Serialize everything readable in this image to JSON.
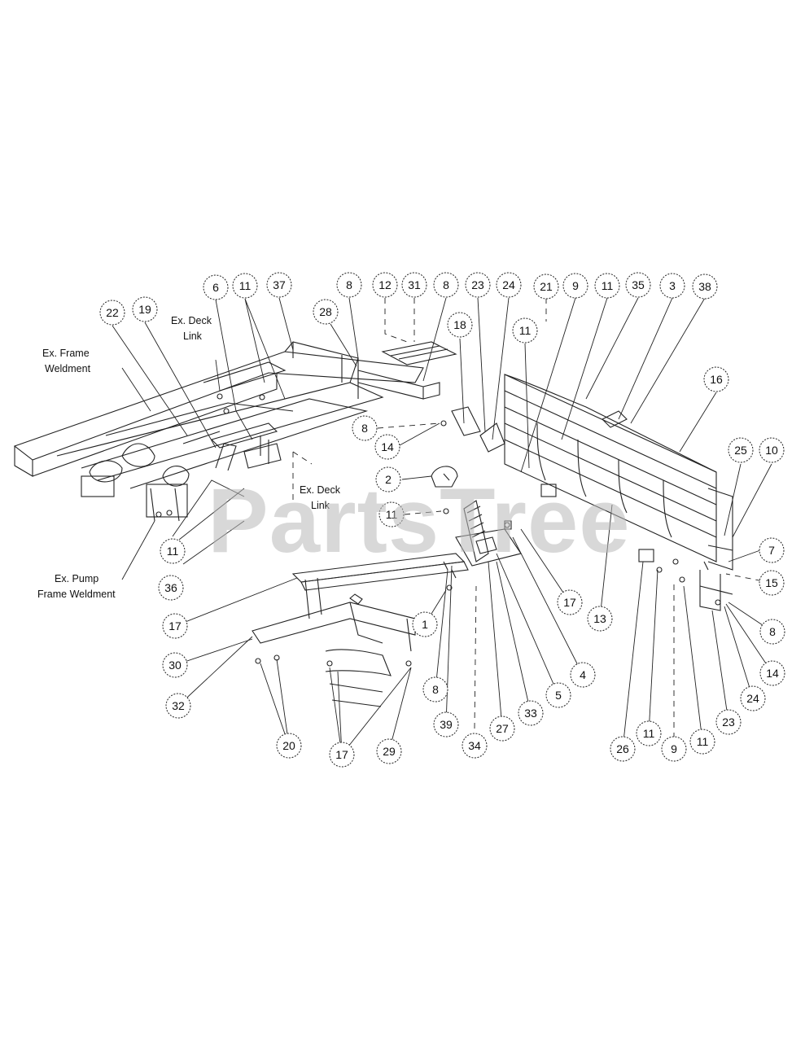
{
  "watermark": "PartsTree",
  "labels": {
    "ex_frame": [
      "Ex. Frame",
      "Weldment"
    ],
    "ex_deck_link_top": [
      "Ex. Deck",
      "Link"
    ],
    "ex_deck_link_mid": [
      "Ex. Deck",
      "Link"
    ],
    "ex_pump": [
      "Ex. Pump",
      "Frame Weldment"
    ]
  },
  "callouts": [
    {
      "id": "c22",
      "text": "22"
    },
    {
      "id": "c19",
      "text": "19"
    },
    {
      "id": "c6",
      "text": "6"
    },
    {
      "id": "c11a",
      "text": "11"
    },
    {
      "id": "c37",
      "text": "37"
    },
    {
      "id": "c8a",
      "text": "8"
    },
    {
      "id": "c12",
      "text": "12"
    },
    {
      "id": "c31",
      "text": "31"
    },
    {
      "id": "c8b",
      "text": "8"
    },
    {
      "id": "c23a",
      "text": "23"
    },
    {
      "id": "c24a",
      "text": "24"
    },
    {
      "id": "c21",
      "text": "21"
    },
    {
      "id": "c9a",
      "text": "9"
    },
    {
      "id": "c11b",
      "text": "11"
    },
    {
      "id": "c35",
      "text": "35"
    },
    {
      "id": "c3",
      "text": "3"
    },
    {
      "id": "c38",
      "text": "38"
    },
    {
      "id": "c28",
      "text": "28"
    },
    {
      "id": "c18",
      "text": "18"
    },
    {
      "id": "c11c",
      "text": "11"
    },
    {
      "id": "c16",
      "text": "16"
    },
    {
      "id": "c8c",
      "text": "8"
    },
    {
      "id": "c14a",
      "text": "14"
    },
    {
      "id": "c2",
      "text": "2"
    },
    {
      "id": "c25",
      "text": "25"
    },
    {
      "id": "c10",
      "text": "10"
    },
    {
      "id": "c11d",
      "text": "11"
    },
    {
      "id": "c7",
      "text": "7"
    },
    {
      "id": "c15",
      "text": "15"
    },
    {
      "id": "c11e",
      "text": "11"
    },
    {
      "id": "c17a",
      "text": "17"
    },
    {
      "id": "c13",
      "text": "13"
    },
    {
      "id": "c36",
      "text": "36"
    },
    {
      "id": "c17b",
      "text": "17"
    },
    {
      "id": "c1",
      "text": "1"
    },
    {
      "id": "c4",
      "text": "4"
    },
    {
      "id": "c8d",
      "text": "8"
    },
    {
      "id": "c14b",
      "text": "14"
    },
    {
      "id": "c30",
      "text": "30"
    },
    {
      "id": "c5",
      "text": "5"
    },
    {
      "id": "c8e",
      "text": "8"
    },
    {
      "id": "c24b",
      "text": "24"
    },
    {
      "id": "c32",
      "text": "32"
    },
    {
      "id": "c33",
      "text": "33"
    },
    {
      "id": "c39",
      "text": "39"
    },
    {
      "id": "c27",
      "text": "27"
    },
    {
      "id": "c23b",
      "text": "23"
    },
    {
      "id": "c20",
      "text": "20"
    },
    {
      "id": "c17c",
      "text": "17"
    },
    {
      "id": "c29",
      "text": "29"
    },
    {
      "id": "c34",
      "text": "34"
    },
    {
      "id": "c26",
      "text": "26"
    },
    {
      "id": "c11f",
      "text": "11"
    },
    {
      "id": "c9b",
      "text": "9"
    },
    {
      "id": "c11g",
      "text": "11"
    }
  ]
}
